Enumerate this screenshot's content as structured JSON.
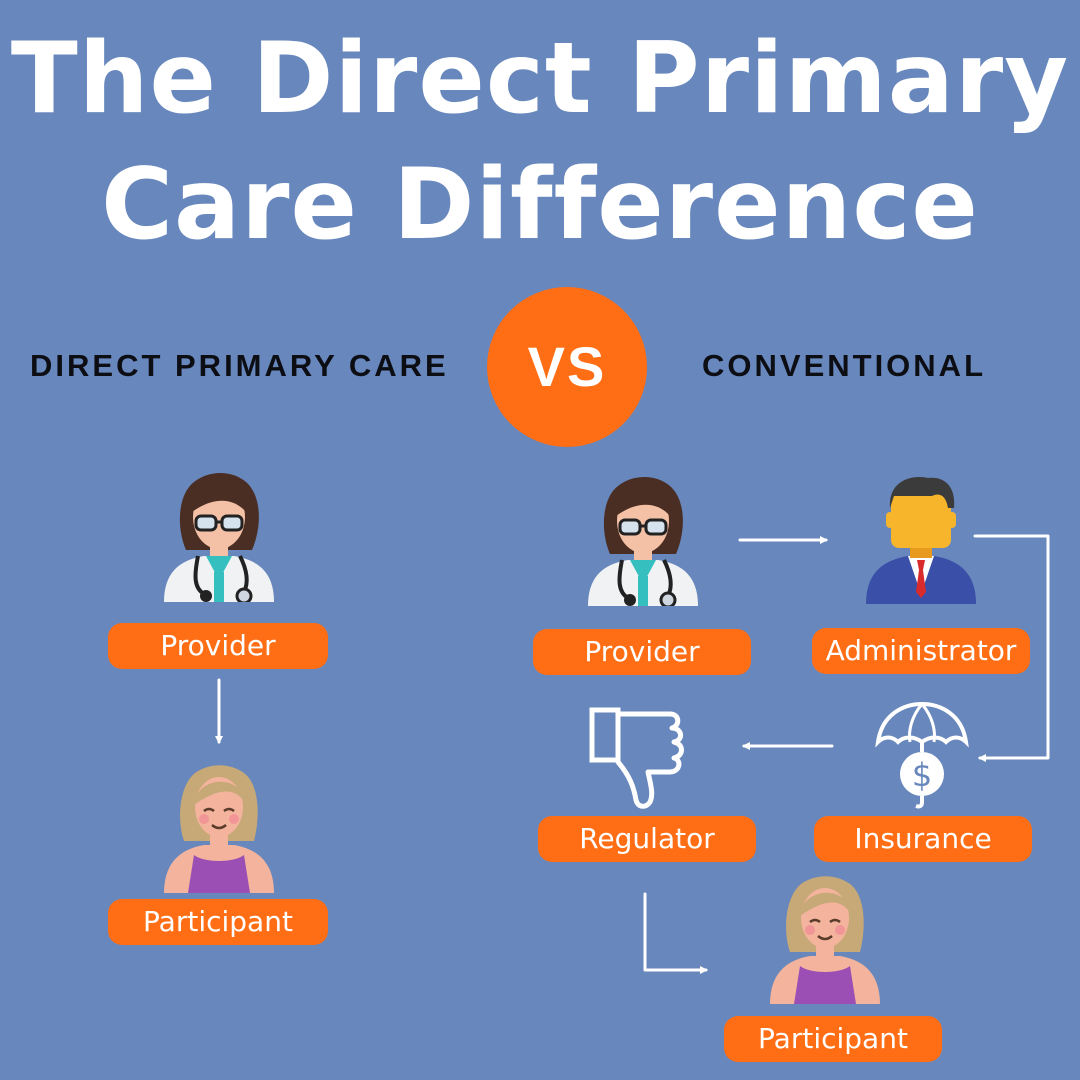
{
  "title": {
    "line1": "The Direct Primary",
    "line2": "Care Difference"
  },
  "left_column": {
    "heading": "DIRECT PRIMARY CARE",
    "nodes": [
      {
        "label": "Provider",
        "icon": "doctor-icon"
      },
      {
        "label": "Participant",
        "icon": "patient-icon"
      }
    ]
  },
  "vs_badge": "VS",
  "right_column": {
    "heading": "CONVENTIONAL",
    "nodes": [
      {
        "label": "Provider",
        "icon": "doctor-icon"
      },
      {
        "label": "Administrator",
        "icon": "businessman-icon"
      },
      {
        "label": "Insurance",
        "icon": "umbrella-dollar-icon"
      },
      {
        "label": "Regulator",
        "icon": "thumbs-down-icon"
      },
      {
        "label": "Participant",
        "icon": "patient-icon"
      }
    ]
  },
  "colors": {
    "background": "#6787bd",
    "accent": "#ff6d14",
    "text_light": "#ffffff",
    "text_dark": "#0d0d14"
  }
}
